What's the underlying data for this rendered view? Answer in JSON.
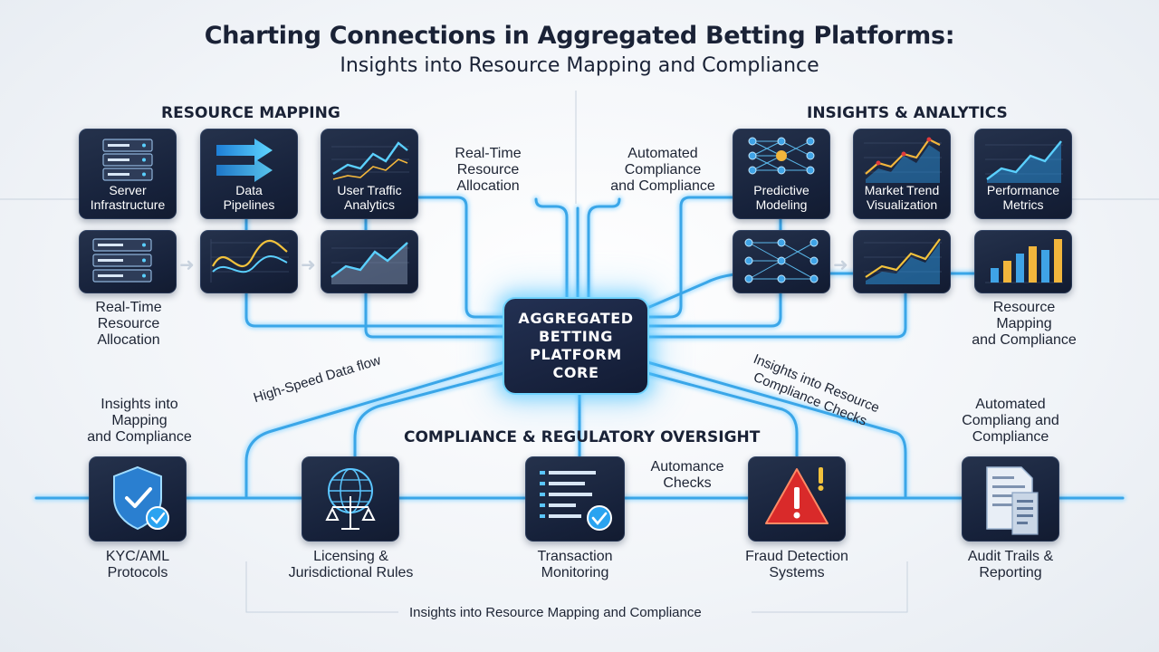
{
  "header": {
    "title": "Charting Connections in Aggregated Betting Platforms:",
    "subtitle": "Insights into Resource Mapping and Compliance"
  },
  "sections": {
    "resource_mapping": "RESOURCE MAPPING",
    "insights_analytics": "INSIGHTS & ANALYTICS",
    "compliance": "COMPLIANCE & REGULATORY OVERSIGHT"
  },
  "core": {
    "lines": [
      "AGGREGATED",
      "BETTING",
      "PLATFORM",
      "CORE"
    ]
  },
  "resource_tiles": [
    {
      "lines": [
        "Server",
        "Infrastructure"
      ],
      "icon": "server-rack-icon"
    },
    {
      "lines": [
        "Data",
        "Pipelines"
      ],
      "icon": "data-pipeline-arrows-icon"
    },
    {
      "lines": [
        "User Traffic",
        "Analytics"
      ],
      "icon": "line-chart-icon"
    }
  ],
  "analytics_tiles": [
    {
      "lines": [
        "Predictive",
        "Modeling"
      ],
      "icon": "neural-network-icon"
    },
    {
      "lines": [
        "Market Trend",
        "Visualization"
      ],
      "icon": "trend-chart-icon"
    },
    {
      "lines": [
        "Performance",
        "Metrics"
      ],
      "icon": "area-chart-icon"
    }
  ],
  "compliance_tiles": [
    {
      "lines": [
        "KYC/AML",
        "Protocols"
      ],
      "icon": "shield-check-icon"
    },
    {
      "lines": [
        "Licensing &",
        "Jurisdictional Rules"
      ],
      "icon": "globe-scales-icon"
    },
    {
      "lines": [
        "Transaction",
        "Monitoring"
      ],
      "icon": "transaction-list-check-icon"
    },
    {
      "lines": [
        "Fraud Detection",
        "Systems"
      ],
      "icon": "warning-triangle-icon"
    },
    {
      "lines": [
        "Audit Trails &",
        "Reporting"
      ],
      "icon": "document-report-icon"
    }
  ],
  "side_labels": {
    "resource_left": [
      "Real-Time",
      "Resource",
      "Allocation"
    ],
    "resource_top": [
      "Real-Time",
      "Resource",
      "Allocation"
    ],
    "analytics_top": [
      "Automated",
      "Compliance",
      "and Compliance"
    ],
    "analytics_right": [
      "Resource",
      "Mapping",
      "and Compliance"
    ],
    "compliance_left": [
      "Insights into",
      "Mapping",
      "and Compliance"
    ],
    "compliance_right": [
      "Automated",
      "Compliang and",
      "Compliance"
    ],
    "automance": [
      "Automance",
      "Checks"
    ]
  },
  "flow_labels": {
    "high_speed": "High-Speed Data flow",
    "insights_resource": [
      "Insights into Resource",
      "Compliance Checks"
    ]
  },
  "footer": {
    "label": "Insights into Resource Mapping and Compliance"
  },
  "colors": {
    "wire": "#3aa6e8",
    "wire_glow": "#9fdcff",
    "tile_bg": "#1a2540",
    "accent": "#38b6ff",
    "alert": "#e53935"
  }
}
